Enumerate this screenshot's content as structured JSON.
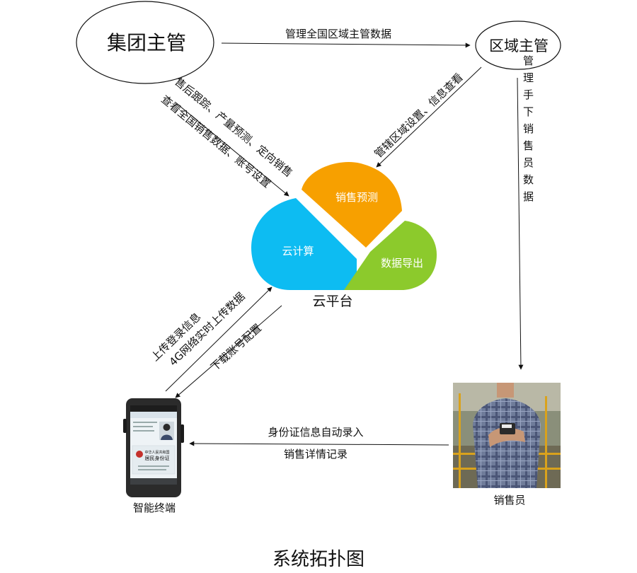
{
  "nodes": {
    "group_head": "集团主管",
    "region_head": "区域主管",
    "cloud_platform": "云平台",
    "cloud_compute": "云计算",
    "sales_forecast": "销售预测",
    "data_export": "数据导出",
    "smart_terminal": "智能终端",
    "salesperson": "销售员"
  },
  "edges": {
    "group_to_region": "管理全国区域主管数据",
    "group_to_cloud_line1": "售后跟踪、产量预测、定向销售",
    "group_to_cloud_line2": "查看全国销售数据、账号设置",
    "region_to_cloud": "管辖区域设置、信息查看",
    "region_to_salesperson": "管理手下销售员数据",
    "terminal_to_cloud_line1": "上传登录信息",
    "terminal_to_cloud_line2": "4G网络实时上传数据",
    "cloud_to_terminal": "下载账号配置",
    "salesperson_to_terminal_line1": "身份证信息自动录入",
    "salesperson_to_terminal_line2": "销售详情记录"
  },
  "device_screen": {
    "card_title_line1": "中华人民共和国",
    "card_title_line2": "居民身份证"
  },
  "caption": "系统拓扑图",
  "colors": {
    "cloud_compute": "#0dbcf2",
    "sales_forecast": "#f7a000",
    "data_export": "#8cca2c",
    "device_body": "#2b2b2b",
    "shirt": "#6f7c9a"
  }
}
